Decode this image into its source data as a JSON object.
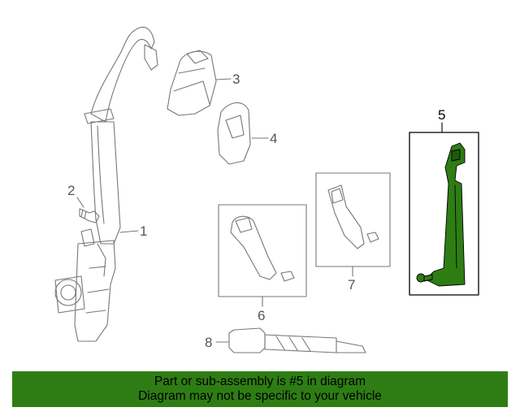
{
  "callouts": {
    "c1": "1",
    "c2": "2",
    "c3": "3",
    "c4": "4",
    "c5": "5",
    "c6": "6",
    "c7": "7",
    "c8": "8"
  },
  "banner": {
    "line1": "Part or sub-assembly is #5 in diagram",
    "line2": "Diagram may not be specific to your vehicle",
    "color": "#2e7d14"
  },
  "highlight_color": "#2e7d14"
}
